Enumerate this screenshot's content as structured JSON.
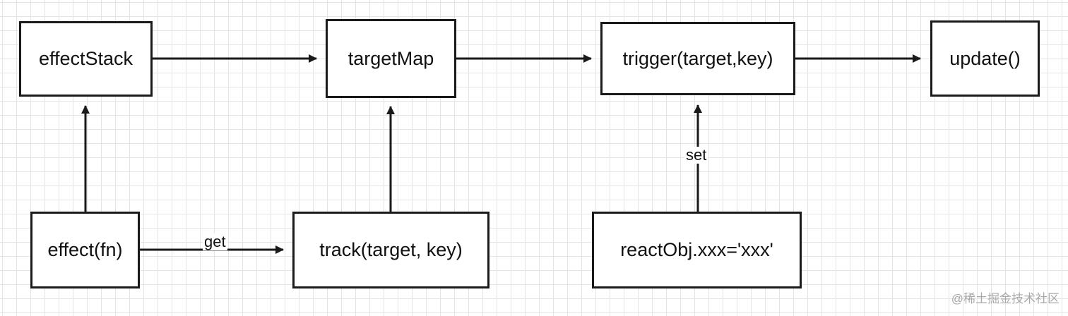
{
  "diagram": {
    "nodes": {
      "effect_stack": "effectStack",
      "target_map": "targetMap",
      "trigger": "trigger(target,key)",
      "update": "update()",
      "effect": "effect(fn)",
      "track": "track(target, key)",
      "react_obj": "reactObj.xxx='xxx'"
    },
    "edge_labels": {
      "get": "get",
      "set": "set"
    }
  },
  "watermark": "@稀土掘金技术社区",
  "colors": {
    "stroke": "#1a1a1a",
    "grid": "#e4e4e4",
    "background": "#ffffff",
    "watermark": "#a8a8a8"
  }
}
